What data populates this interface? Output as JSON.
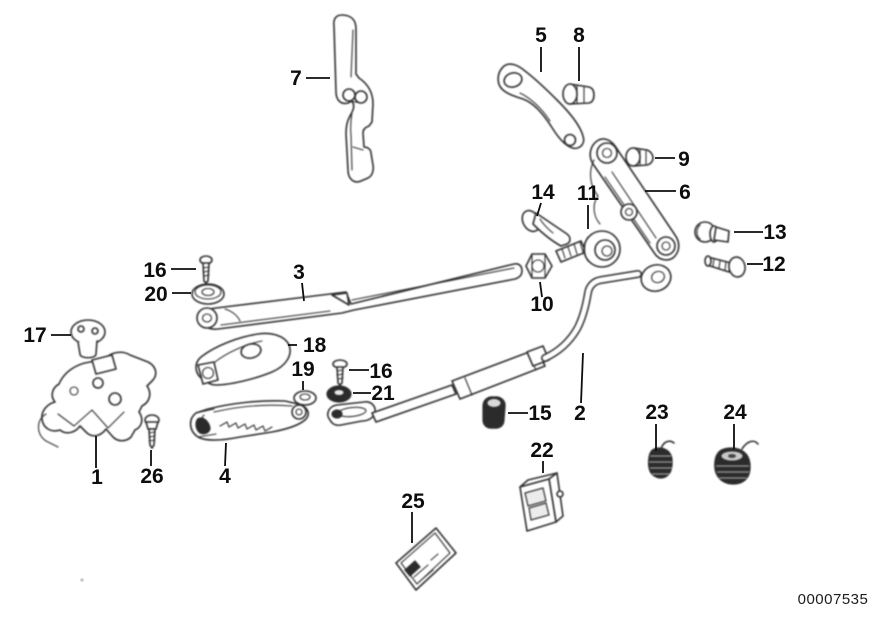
{
  "diagram": {
    "background_color": "#ffffff",
    "ink_color": "#2e2e2e",
    "label_color": "#0d0d0d",
    "doc_number": "00007535",
    "callouts": {
      "c1": "1",
      "c2": "2",
      "c3": "3",
      "c4": "4",
      "c5": "5",
      "c6": "6",
      "c7": "7",
      "c8": "8",
      "c9": "9",
      "c10": "10",
      "c11": "11",
      "c12": "12",
      "c13": "13",
      "c14": "14",
      "c15": "15",
      "c16a": "16",
      "c16b": "16",
      "c17": "17",
      "c18": "18",
      "c19": "19",
      "c20": "20",
      "c21": "21",
      "c22": "22",
      "c23": "23",
      "c24": "24",
      "c25": "25",
      "c26": "26"
    }
  }
}
